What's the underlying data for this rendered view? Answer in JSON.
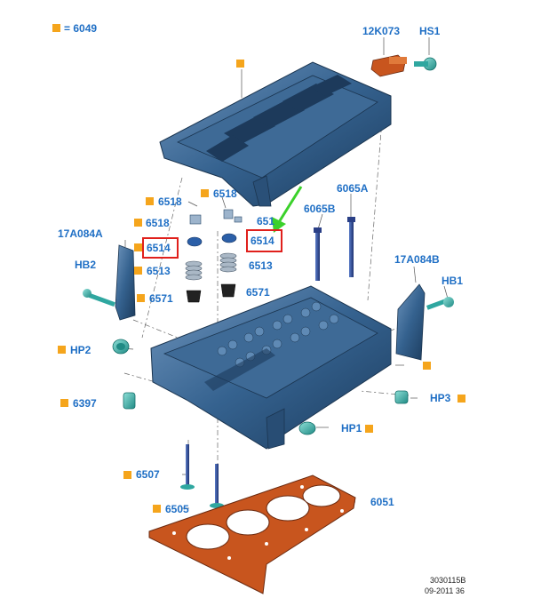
{
  "legend": {
    "text": "= 6049"
  },
  "labels": {
    "l_12K073": "12K073",
    "l_HS1": "HS1",
    "l_6518a": "6518",
    "l_6518b": "6518",
    "l_6518c": "6518",
    "l_651d": "651",
    "l_6065A": "6065A",
    "l_6065B": "6065B",
    "l_17A084A": "17A084A",
    "l_6514a": "6514",
    "l_6514b": "6514",
    "l_HB2": "HB2",
    "l_6513a": "6513",
    "l_6513b": "6513",
    "l_6571a": "6571",
    "l_6571b": "6571",
    "l_17A084B": "17A084B",
    "l_HB1": "HB1",
    "l_HP2": "HP2",
    "l_6397": "6397",
    "l_HP3": "HP3",
    "l_HP1": "HP1",
    "l_6507": "6507",
    "l_6505": "6505",
    "l_6051": "6051"
  },
  "reference": {
    "code": "3030115B",
    "date": "09-2011 36"
  },
  "colors": {
    "label_blue": "#1f6fc5",
    "marker_orange": "#f5a51c",
    "highlight_red": "#e0201c",
    "arrow_green": "#3bd12b",
    "part_blue": "#2f5a86",
    "fastener_teal": "#2fa7a0",
    "gasket_orange": "#c8551e"
  }
}
